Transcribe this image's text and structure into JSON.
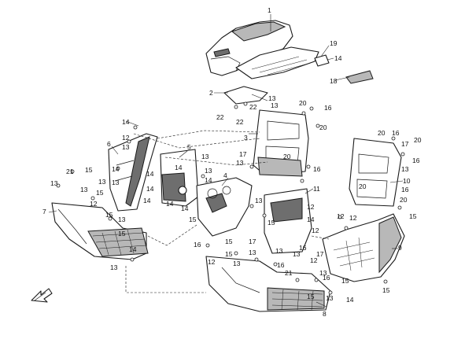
{
  "callouts": [
    {
      "text": "1"
    },
    {
      "text": "19"
    },
    {
      "text": "14"
    },
    {
      "text": "18"
    },
    {
      "text": "2"
    },
    {
      "text": "13"
    },
    {
      "text": "22"
    },
    {
      "text": "22"
    },
    {
      "text": "22"
    },
    {
      "text": "13"
    },
    {
      "text": "16"
    },
    {
      "text": "20"
    },
    {
      "text": "3"
    },
    {
      "text": "20"
    },
    {
      "text": "16"
    },
    {
      "text": "20"
    },
    {
      "text": "11"
    },
    {
      "text": "20"
    },
    {
      "text": "16"
    },
    {
      "text": "17"
    },
    {
      "text": "20"
    },
    {
      "text": "16"
    },
    {
      "text": "13"
    },
    {
      "text": "10"
    },
    {
      "text": "20"
    },
    {
      "text": "16"
    },
    {
      "text": "20"
    },
    {
      "text": "15"
    },
    {
      "text": "12"
    },
    {
      "text": "12"
    },
    {
      "text": "9"
    },
    {
      "text": "15"
    },
    {
      "text": "14"
    },
    {
      "text": "6"
    },
    {
      "text": "12"
    },
    {
      "text": "13"
    },
    {
      "text": "14"
    },
    {
      "text": "13"
    },
    {
      "text": "21"
    },
    {
      "text": "15"
    },
    {
      "text": "13"
    },
    {
      "text": "13"
    },
    {
      "text": "13"
    },
    {
      "text": "15"
    },
    {
      "text": "12"
    },
    {
      "text": "7"
    },
    {
      "text": "15"
    },
    {
      "text": "13"
    },
    {
      "text": "13"
    },
    {
      "text": "14"
    },
    {
      "text": "15"
    },
    {
      "text": "5"
    },
    {
      "text": "14"
    },
    {
      "text": "13"
    },
    {
      "text": "14"
    },
    {
      "text": "14"
    },
    {
      "text": "13"
    },
    {
      "text": "14"
    },
    {
      "text": "17"
    },
    {
      "text": "4"
    },
    {
      "text": "13"
    },
    {
      "text": "14"
    },
    {
      "text": "14"
    },
    {
      "text": "15"
    },
    {
      "text": "14"
    },
    {
      "text": "16"
    },
    {
      "text": "15"
    },
    {
      "text": "17"
    },
    {
      "text": "15"
    },
    {
      "text": "13"
    },
    {
      "text": "12"
    },
    {
      "text": "13"
    },
    {
      "text": "16"
    },
    {
      "text": "21"
    },
    {
      "text": "15"
    },
    {
      "text": "16"
    },
    {
      "text": "13"
    },
    {
      "text": "12"
    },
    {
      "text": "17"
    },
    {
      "text": "13"
    },
    {
      "text": "8"
    },
    {
      "text": "14"
    },
    {
      "text": "15"
    },
    {
      "text": "13"
    },
    {
      "text": "12"
    },
    {
      "text": "16"
    },
    {
      "text": "15"
    },
    {
      "text": "12"
    },
    {
      "text": "14"
    },
    {
      "text": "13"
    },
    {
      "text": "13"
    }
  ]
}
